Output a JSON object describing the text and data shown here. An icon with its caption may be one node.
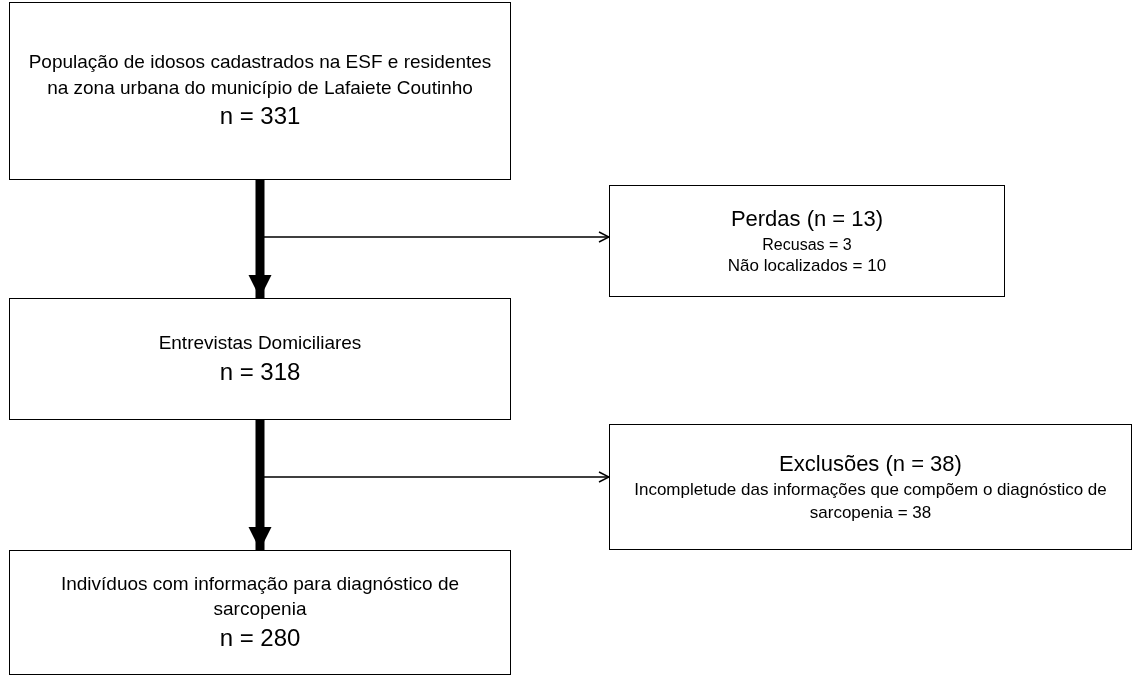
{
  "diagram": {
    "nodes": [
      {
        "text": [
          "População de idosos cadastrados na ESF e residentes na zona urbana do município de Lafaiete Coutinho",
          "n = 331"
        ]
      },
      {
        "text": [
          "Perdas (n = 13)",
          "Recusas = 3",
          "Não localizados = 10"
        ]
      },
      {
        "text": [
          "Entrevistas Domiciliares",
          "n = 318"
        ]
      },
      {
        "text": [
          "Exclusões (n = 38)",
          "Incompletude das informações que compõem o diagnóstico de sarcopenia = 38"
        ]
      },
      {
        "text": [
          "Indivíduos com informação para diagnóstico de sarcopenia",
          "n = 280"
        ]
      }
    ],
    "edges": [
      {
        "from": 0,
        "to": 2,
        "arrow": "to",
        "style": "thick"
      },
      {
        "from": 0,
        "to": 1,
        "arrow": "to"
      },
      {
        "from": 2,
        "to": 4,
        "arrow": "to",
        "style": "thick"
      },
      {
        "from": 2,
        "to": 3,
        "arrow": "to"
      }
    ]
  }
}
